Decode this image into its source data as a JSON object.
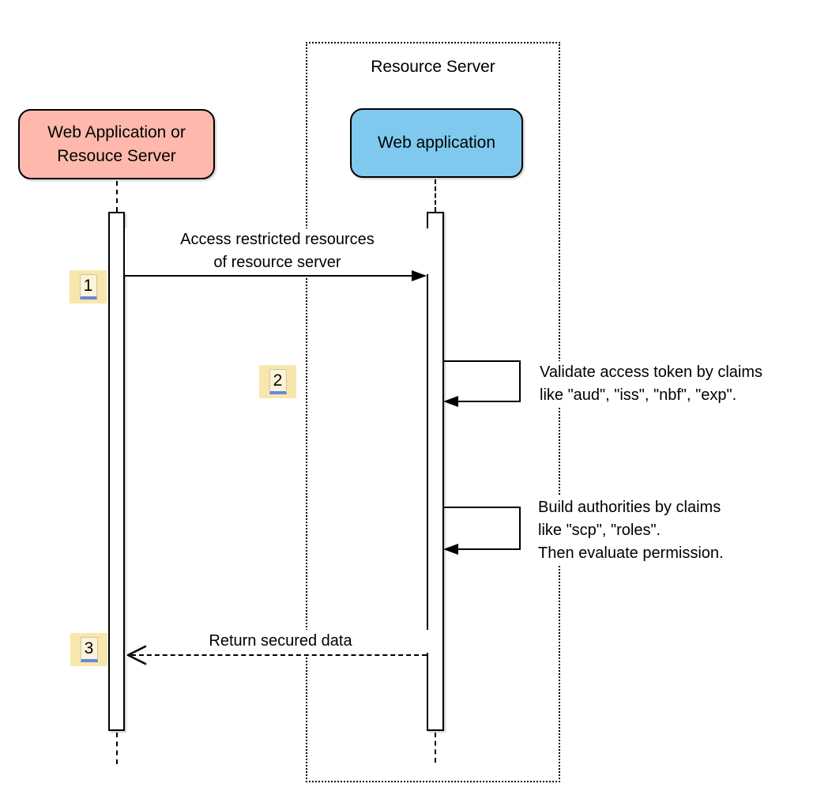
{
  "boundary": {
    "title": "Resource Server"
  },
  "actors": {
    "client": {
      "lines": [
        "Web Application or",
        "Resouce Server"
      ],
      "fill": "#FFB9AC"
    },
    "webapp": {
      "label": "Web application",
      "fill": "#7FC9EF"
    }
  },
  "messages": {
    "access": {
      "num": "1",
      "lines": [
        "Access restricted resources",
        "of resource server"
      ],
      "arrow": "solid-filled-right"
    },
    "validate": {
      "num": "2",
      "lines": [
        "Validate access token by claims",
        "like \"aud\", \"iss\", \"nbf\", \"exp\"."
      ],
      "arrow": "self-loop"
    },
    "build": {
      "lines": [
        "Build authorities by claims",
        "like \"scp\", \"roles\".",
        "Then evaluate permission."
      ],
      "arrow": "self-loop"
    },
    "return": {
      "num": "3",
      "label": "Return secured data",
      "arrow": "dashed-open-left"
    }
  },
  "colors": {
    "badge_fill": "#F8E7AC",
    "badge_underline": "#6688DD",
    "line": "#000000"
  }
}
